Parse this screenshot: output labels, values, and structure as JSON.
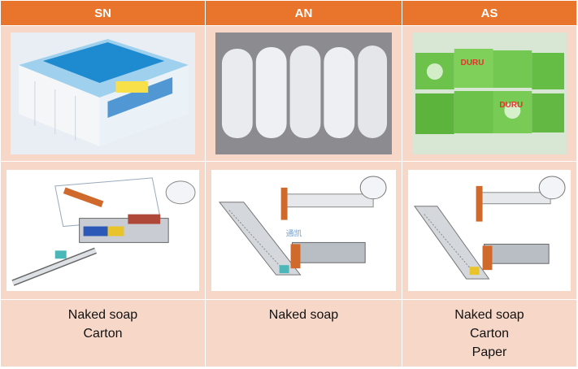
{
  "columns": [
    {
      "header": "SN",
      "materials": [
        "Naked soap",
        "Carton"
      ]
    },
    {
      "header": "AN",
      "materials": [
        "Naked soap"
      ]
    },
    {
      "header": "AS",
      "materials": [
        "Naked soap",
        "Carton",
        "Paper"
      ]
    }
  ],
  "photo_text": {
    "as_brand": "DURU"
  },
  "diagram_text": {
    "watermark": "通凯"
  },
  "colors": {
    "header_bg": "#e9742b",
    "cell_bg": "#f7d8c8"
  }
}
